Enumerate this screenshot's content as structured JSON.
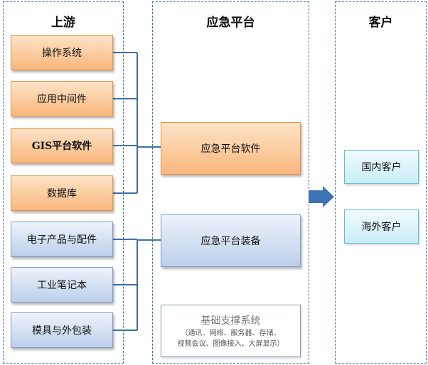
{
  "columns": {
    "upstream": "上游",
    "platform": "应急平台",
    "customer": "客户"
  },
  "upstream_items": [
    "操作系统",
    "应用中间件",
    "GIS平台软件",
    "数据库",
    "电子产品与配件",
    "工业笔记本",
    "模具与外包装"
  ],
  "platform_items": {
    "software": "应急平台软件",
    "equipment": "应急平台装备",
    "base_title": "基础支撑系统",
    "base_sub_1": "（通讯、网络、服务器、存储、",
    "base_sub_2": "视频会议、图像接入、大屏显示）"
  },
  "customer_items": [
    "国内客户",
    "海外客户"
  ],
  "colors": {
    "border": "#3f6fa8",
    "software_fill": "#f9b77c",
    "hardware_fill": "#bccfea",
    "customer_fill": "#c8edf5",
    "arrow": "#3d72b4"
  }
}
